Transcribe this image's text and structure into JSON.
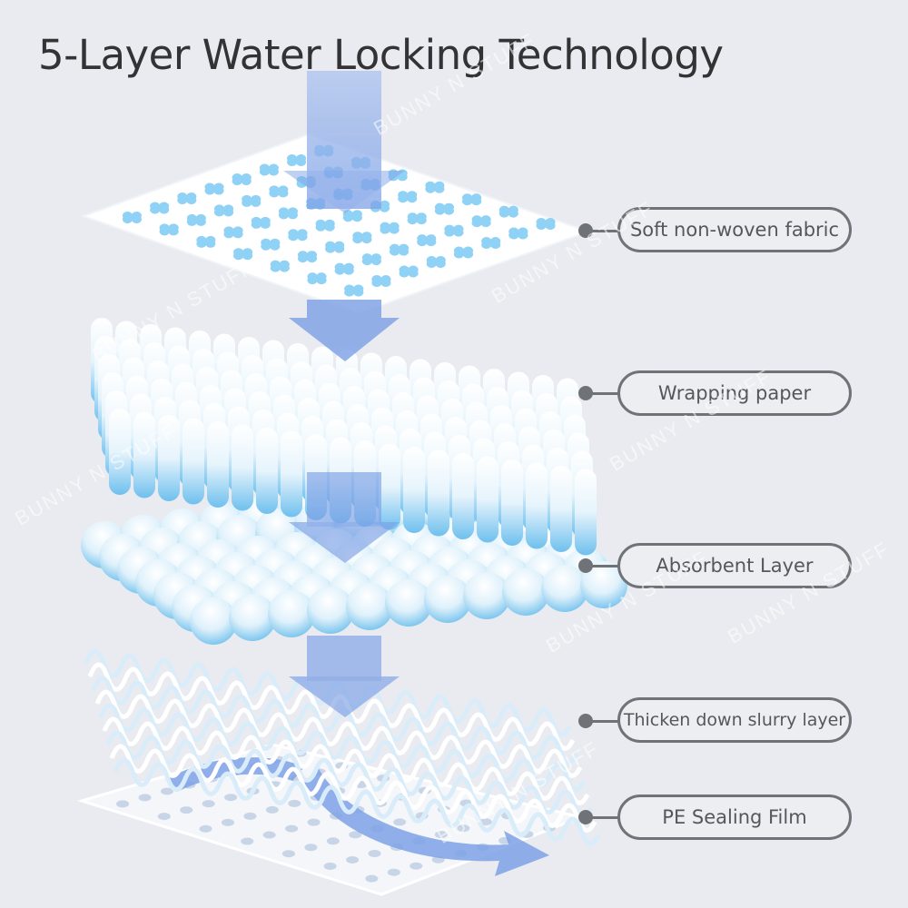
{
  "title": "5-Layer Water Locking Technology",
  "layers": [
    {
      "label": "Soft non-woven fabric"
    },
    {
      "label": "Wrapping paper"
    },
    {
      "label": "Absorbent Layer"
    },
    {
      "label": "Thicken down slurry layer"
    },
    {
      "label": "PE Sealing Film"
    }
  ],
  "watermark": "BUNNY N STUFF",
  "colors": {
    "background": "#e9ebf0",
    "arrow": "#8fb0ea",
    "layer_blue": "#8fd2f5",
    "label_border": "#6f7277"
  }
}
